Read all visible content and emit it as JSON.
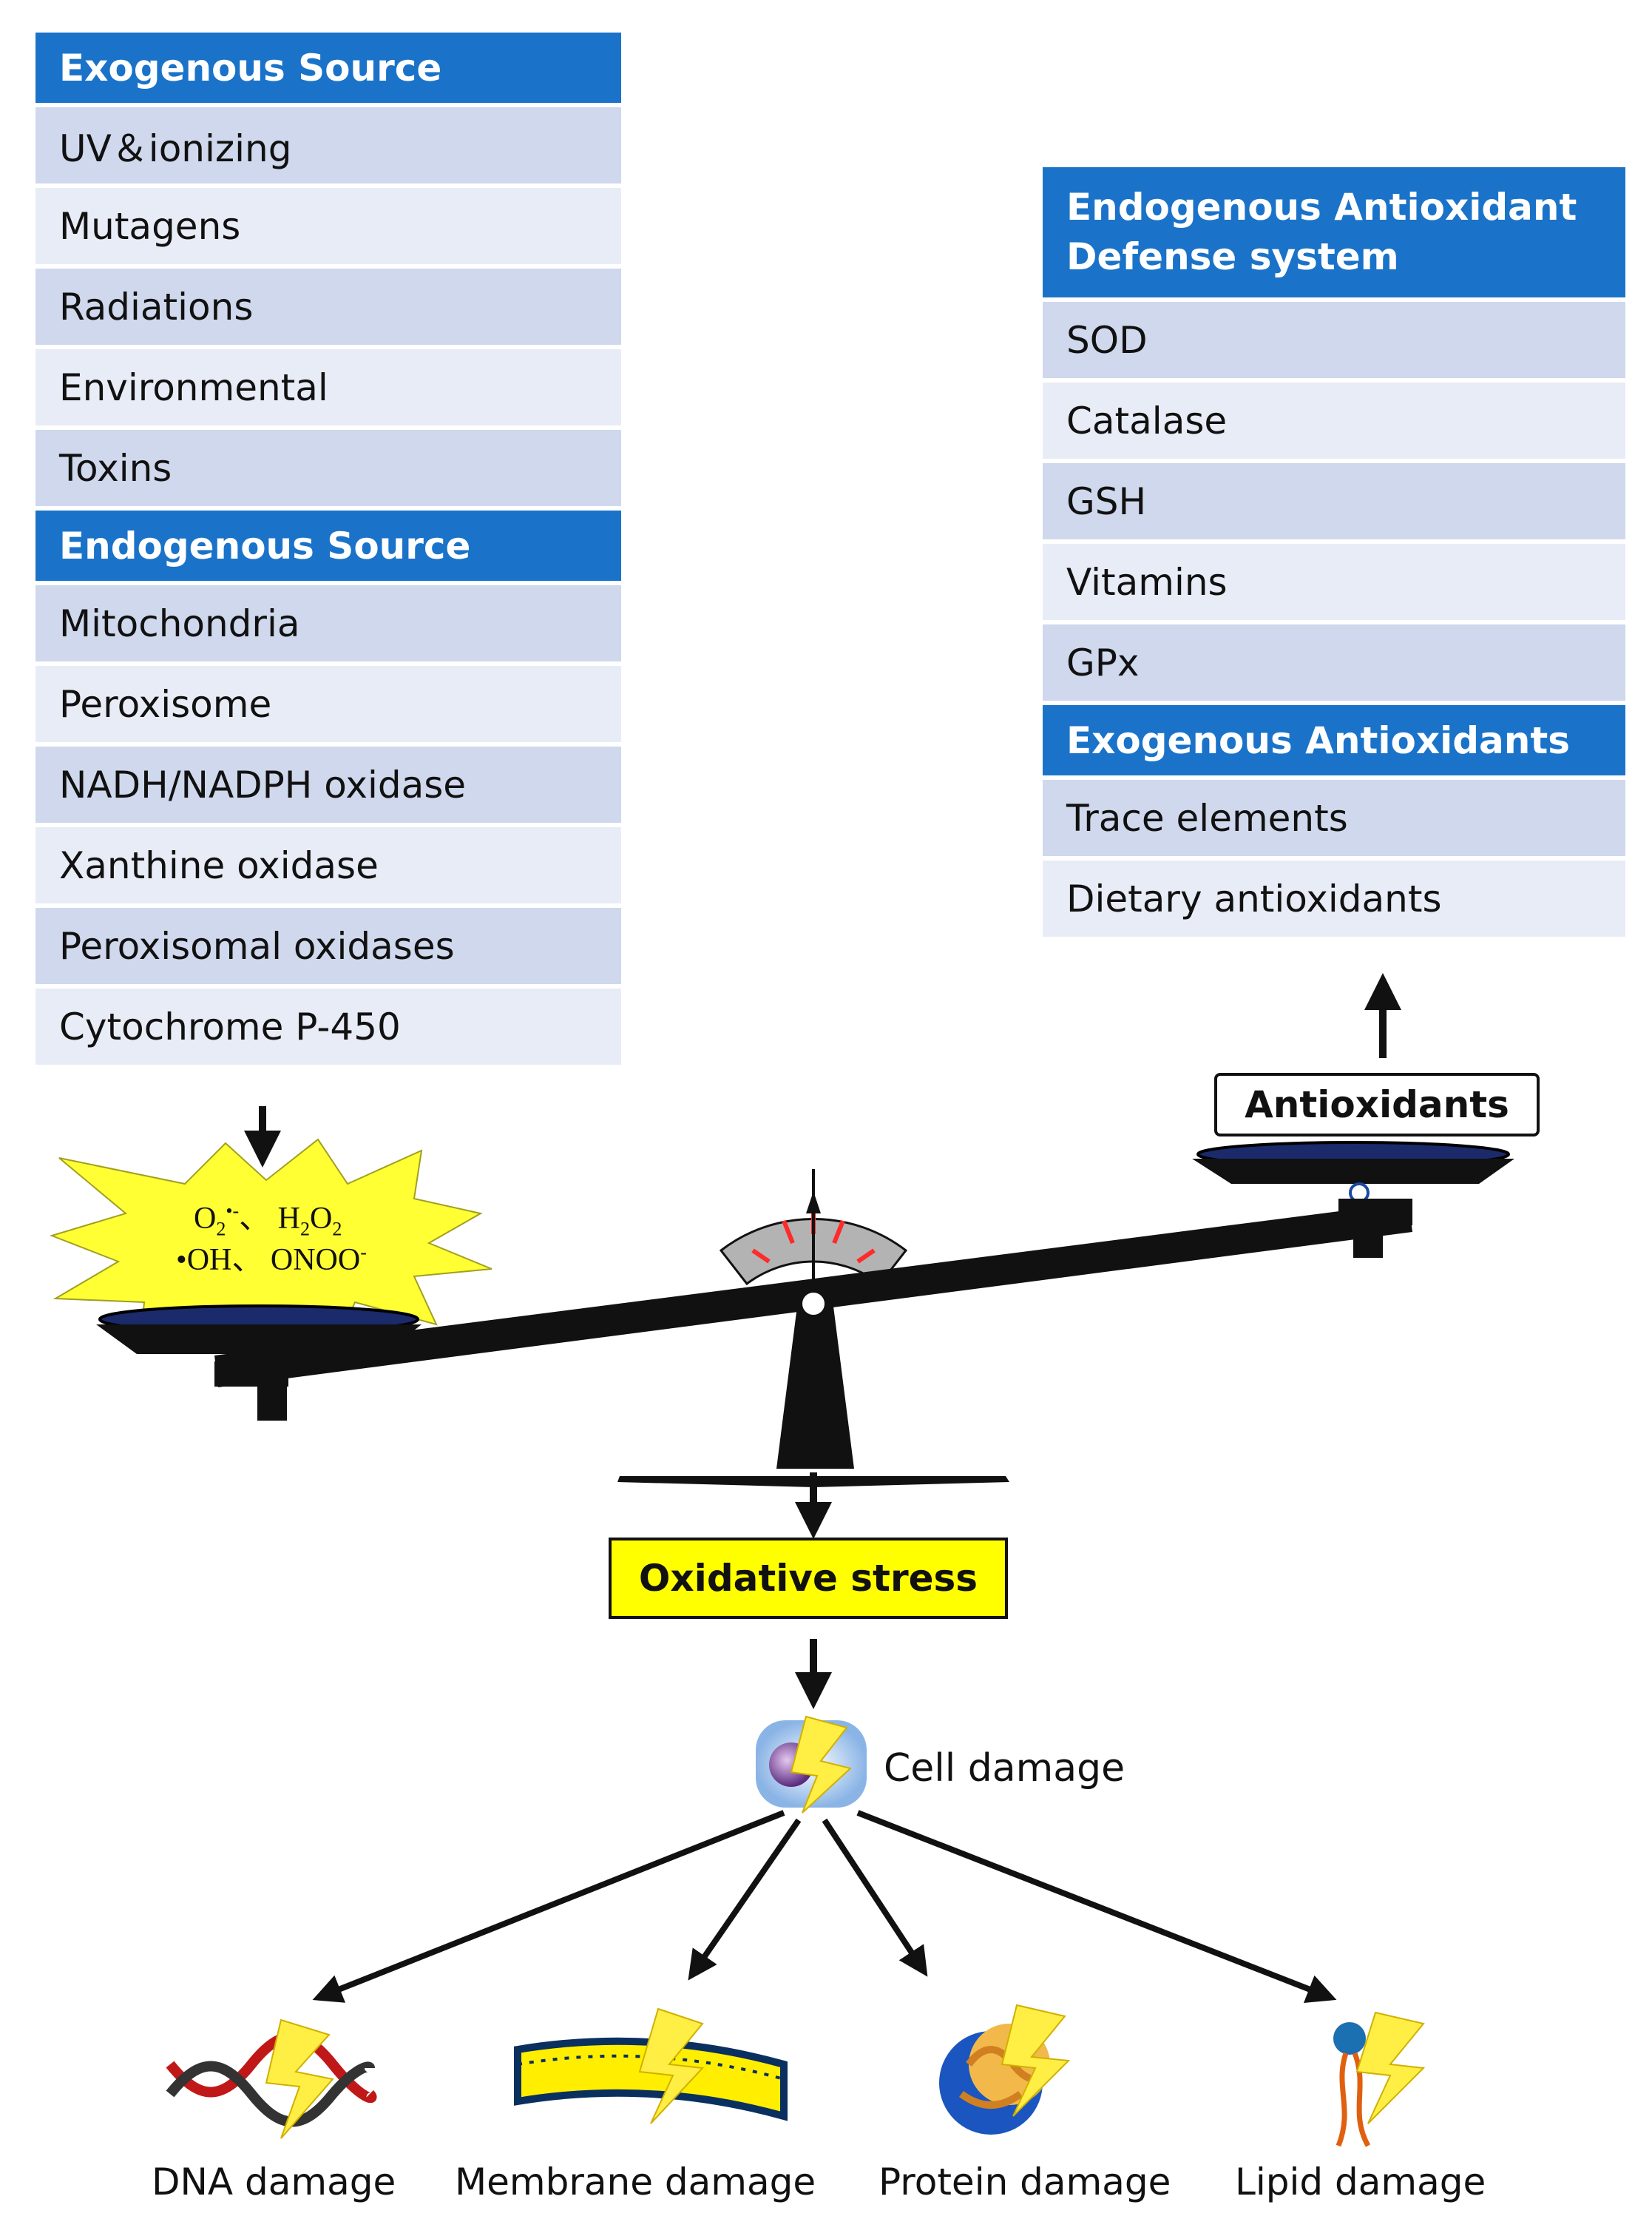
{
  "exogenous_source": {
    "title": "Exogenous Source",
    "items": [
      "UV＆ionizing",
      "Mutagens",
      "Radiations",
      "Environmental",
      "Toxins"
    ]
  },
  "endogenous_source": {
    "title": "Endogenous Source",
    "items": [
      "Mitochondria",
      "Peroxisome",
      "NADH/NADPH oxidase",
      "Xanthine oxidase",
      "Peroxisomal oxidases",
      "Cytochrome P-450"
    ]
  },
  "endogenous_defense": {
    "title_line1": "Endogenous Antioxidant",
    "title_line2": "Defense system",
    "items": [
      "SOD",
      "Catalase",
      "GSH",
      "Vitamins",
      "GPx"
    ]
  },
  "exogenous_antioxidants": {
    "title": "Exogenous Antioxidants",
    "items": [
      "Trace elements",
      "Dietary antioxidants"
    ]
  },
  "ros": {
    "superoxide": "O",
    "superoxide_sub": "2",
    "superoxide_sup": "•-",
    "sep": "、",
    "peroxide": "H",
    "peroxide_sub1": "2",
    "peroxide_o": "O",
    "peroxide_sub2": "2",
    "hydroxyl": "•OH",
    "peroxynitrite": "ONOO",
    "peroxynitrite_sup": "-"
  },
  "antioxidants_label": "Antioxidants",
  "oxidative_stress_label": "Oxidative stress",
  "cell_damage_label": "Cell damage",
  "damage_types": [
    "DNA damage",
    "Membrane damage",
    "Protein damage",
    "Lipid damage"
  ],
  "colors": {
    "header_blue": "#1a73c9",
    "row_dark": "#cfd8ec",
    "row_light": "#e8ecf6",
    "starburst": "#ffff33",
    "oxidative_box": "#ffff00",
    "gauge_tick": "#ff2a2a"
  }
}
